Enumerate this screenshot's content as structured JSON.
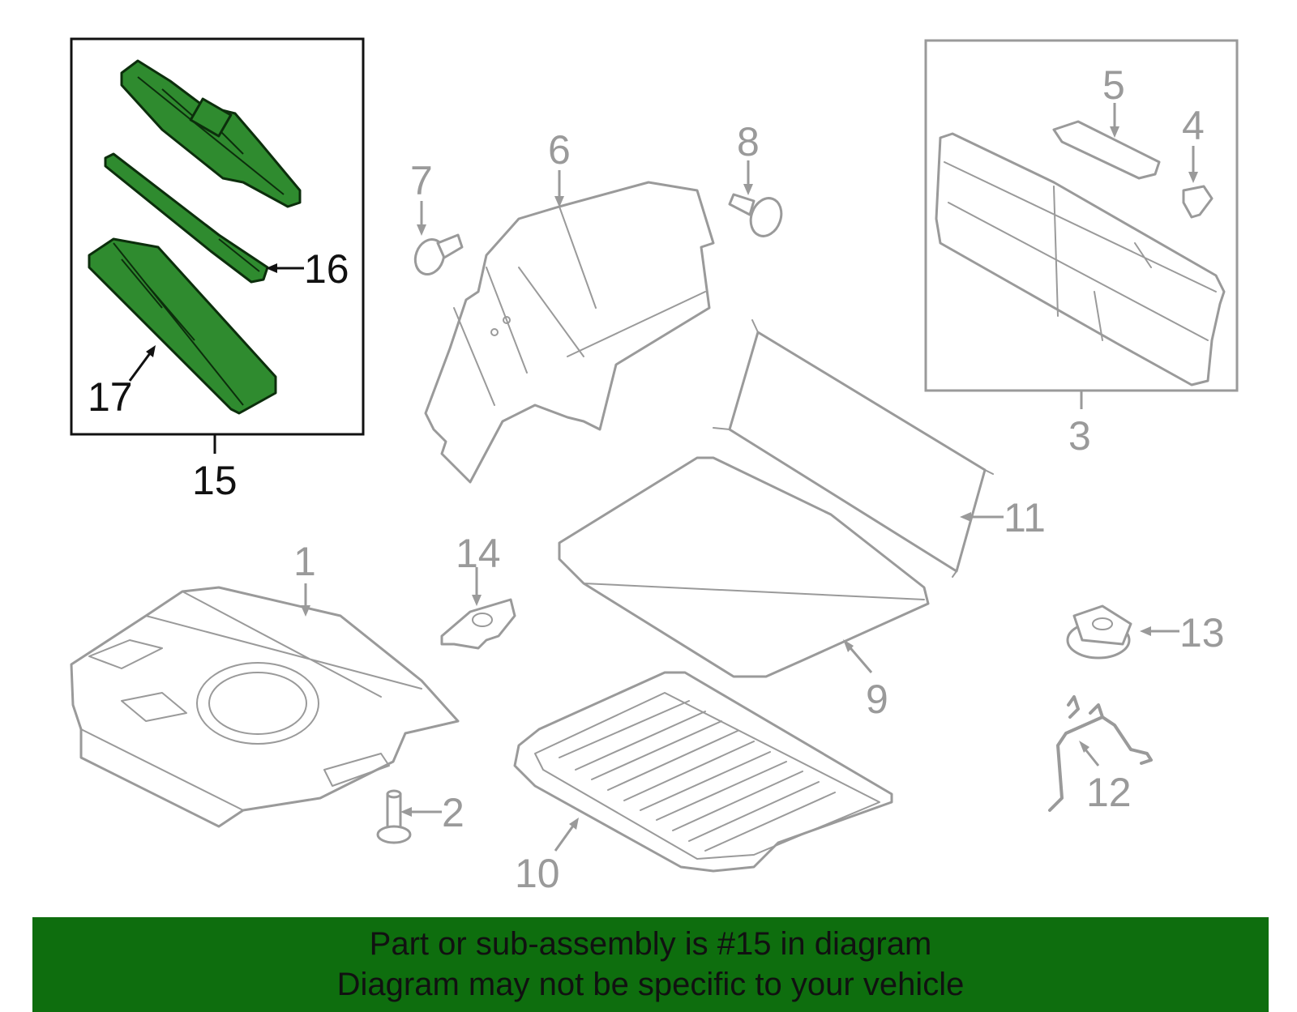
{
  "diagram": {
    "callouts": {
      "p1": "1",
      "p2": "2",
      "p3": "3",
      "p4": "4",
      "p5": "5",
      "p6": "6",
      "p7": "7",
      "p8": "8",
      "p9": "9",
      "p10": "10",
      "p11": "11",
      "p12": "12",
      "p13": "13",
      "p14": "14",
      "p15": "15",
      "p16": "16",
      "p17": "17"
    },
    "highlighted_part": "15",
    "colors": {
      "highlight": "#2f8b2f",
      "banner": "#0e6e0e",
      "linework": "#9a9a9a"
    }
  },
  "banner": {
    "line1": "Part or sub-assembly is #15 in diagram",
    "line2": "Diagram may not be specific to your vehicle"
  }
}
